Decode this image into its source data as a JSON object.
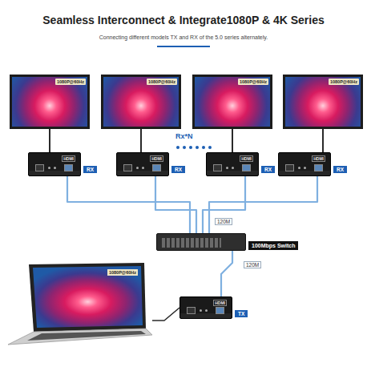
{
  "diagram": {
    "title": "Seamless Interconnect & Integrate1080P & 4K Series",
    "nodes": [
      {
        "text": [
          "1080P@60Hz"
        ]
      },
      {
        "text": [
          "1080P@60Hz"
        ]
      },
      {
        "text": [
          "1080P@60Hz"
        ]
      },
      {
        "text": [
          "1080P@60Hz"
        ]
      },
      {
        "text": [
          "HDMI",
          "RX"
        ]
      },
      {
        "text": [
          "HDMI",
          "RX"
        ]
      },
      {
        "text": [
          "HDMI",
          "RX"
        ]
      },
      {
        "text": [
          "HDMI",
          "RX"
        ]
      },
      {
        "text": [
          "100Mbps Switch"
        ]
      },
      {
        "text": [
          "1080P@60Hz"
        ]
      },
      {
        "text": [
          "HDMI",
          "TX"
        ]
      }
    ],
    "edges": [
      {
        "from": 0,
        "to": 4,
        "arrow": "none"
      },
      {
        "from": 1,
        "to": 5,
        "arrow": "none"
      },
      {
        "from": 2,
        "to": 6,
        "arrow": "none"
      },
      {
        "from": 3,
        "to": 7,
        "arrow": "none"
      },
      {
        "from": 4,
        "to": 8,
        "arrow": "none"
      },
      {
        "from": 5,
        "to": 8,
        "arrow": "none"
      },
      {
        "from": 6,
        "to": 8,
        "arrow": "none"
      },
      {
        "from": 7,
        "to": 8,
        "label": "120M",
        "arrow": "none"
      },
      {
        "from": 8,
        "to": 10,
        "label": "120M",
        "arrow": "none"
      },
      {
        "from": 9,
        "to": 10,
        "arrow": "none"
      }
    ],
    "labels": [
      "Connecting different models TX and RX of the 5.0 series alternately.",
      "Rx*N"
    ]
  }
}
